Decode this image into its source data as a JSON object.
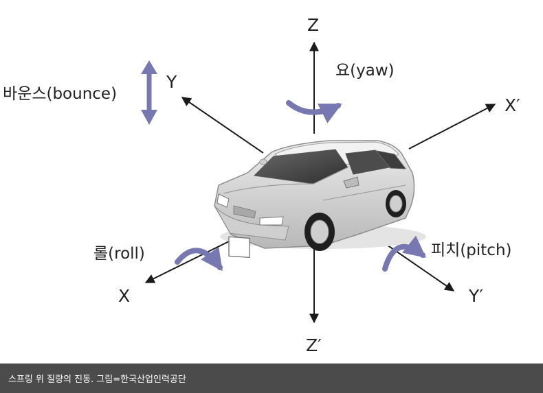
{
  "diagram": {
    "axes": {
      "z": "Z",
      "z_prime": "Z′",
      "x": "X",
      "x_prime": "X′",
      "y": "Y",
      "y_prime": "Y′"
    },
    "motions": {
      "yaw": "요(yaw)",
      "bounce": "바운스(bounce)",
      "roll": "롤(roll)",
      "pitch": "피치(pitch)"
    },
    "colors": {
      "rotation_arrow": "#7777b2",
      "axis_line": "#1a1a1a",
      "car_body": "#d6d6d6",
      "caption_bar": "#4b4b4b"
    }
  },
  "caption": "스프링 위 질량의 진동. 그림=한국산업인력공단"
}
